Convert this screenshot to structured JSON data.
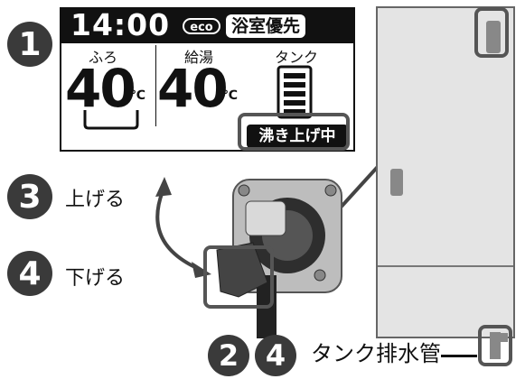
{
  "steps": {
    "step1": "1",
    "step2": "2",
    "step3": "3",
    "step4a": "4",
    "step4b": "4"
  },
  "labels": {
    "raise": "上げる",
    "lower": "下げる",
    "drain_pipe": "タンク排水管"
  },
  "panel": {
    "time": "14:00",
    "eco": "eco",
    "bath_priority": "浴室優先",
    "bath_label": "ふろ",
    "bath_temp": "40",
    "supply_label": "給湯",
    "supply_temp": "40",
    "degree_unit": "℃",
    "tank_label": "タンク",
    "heating_status": "沸き上げ中"
  },
  "colors": {
    "dark": "#3a3a3a",
    "highlight": "#555555",
    "unit_body": "#e4e4e4",
    "indicator": "#888888"
  },
  "icons": {
    "tank_level": "tank-level-icon",
    "bathtub": "bathtub-icon",
    "valve": "drain-valve-icon",
    "arrow": "curved-arrow-icon"
  }
}
